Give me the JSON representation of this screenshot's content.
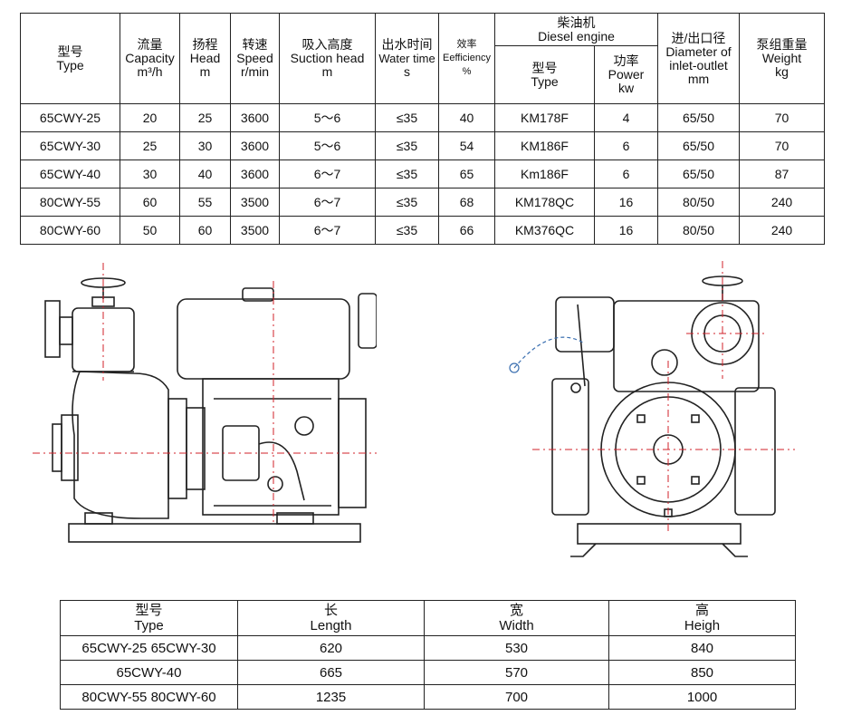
{
  "spec": {
    "headers": {
      "type_cn": "型号",
      "type_en": "Type",
      "cap_cn": "流量",
      "cap_en": "Capacity",
      "cap_unit": "m³/h",
      "head_cn": "扬程",
      "head_en": "Head",
      "head_unit": "m",
      "speed_cn": "转速",
      "speed_en": "Speed",
      "speed_unit": "r/min",
      "suction_cn": "吸入高度",
      "suction_en": "Suction head",
      "suction_unit": "m",
      "water_cn": "出水时间",
      "water_en": "Water time",
      "water_unit": "s",
      "eff_cn": "效率",
      "eff_en": "Eefficiency",
      "eff_unit": "%",
      "diesel_cn": "柴油机",
      "diesel_en": "Diesel engine",
      "dtype_cn": "型号",
      "dtype_en": "Type",
      "power_cn": "功率",
      "power_en": "Power",
      "power_unit": "kw",
      "dia_cn": "进/出口径",
      "dia_en1": "Diameter of",
      "dia_en2": "inlet-outlet",
      "dia_unit": "mm",
      "weight_cn": "泵组重量",
      "weight_en": "Weight",
      "weight_unit": "kg"
    },
    "rows": [
      [
        "65CWY-25",
        "20",
        "25",
        "3600",
        "5～6",
        "≤35",
        "40",
        "KM178F",
        "4",
        "65/50",
        "70"
      ],
      [
        "65CWY-30",
        "25",
        "30",
        "3600",
        "5～6",
        "≤35",
        "54",
        "KM186F",
        "6",
        "65/50",
        "70"
      ],
      [
        "65CWY-40",
        "30",
        "40",
        "3600",
        "6～7",
        "≤35",
        "65",
        "Km186F",
        "6",
        "65/50",
        "87"
      ],
      [
        "80CWY-55",
        "60",
        "55",
        "3500",
        "6～7",
        "≤35",
        "68",
        "KM178QC",
        "16",
        "80/50",
        "240"
      ],
      [
        "80CWY-60",
        "50",
        "60",
        "3500",
        "6～7",
        "≤35",
        "66",
        "KM376QC",
        "16",
        "80/50",
        "240"
      ]
    ]
  },
  "dims": {
    "headers": {
      "type_cn": "型号",
      "type_en": "Type",
      "len_cn": "长",
      "len_en": "Length",
      "wid_cn": "宽",
      "wid_en": "Width",
      "hei_cn": "高",
      "hei_en": "Heigh"
    },
    "rows": [
      [
        "65CWY-25 65CWY-30",
        "620",
        "530",
        "840"
      ],
      [
        "65CWY-40",
        "665",
        "570",
        "850"
      ],
      [
        "80CWY-55 80CWY-60",
        "1235",
        "700",
        "1000"
      ]
    ]
  },
  "drawing": {
    "line_color": "#222222",
    "centerline_color": "#d0202a",
    "dashed_arc_color": "#3a6fb0"
  }
}
